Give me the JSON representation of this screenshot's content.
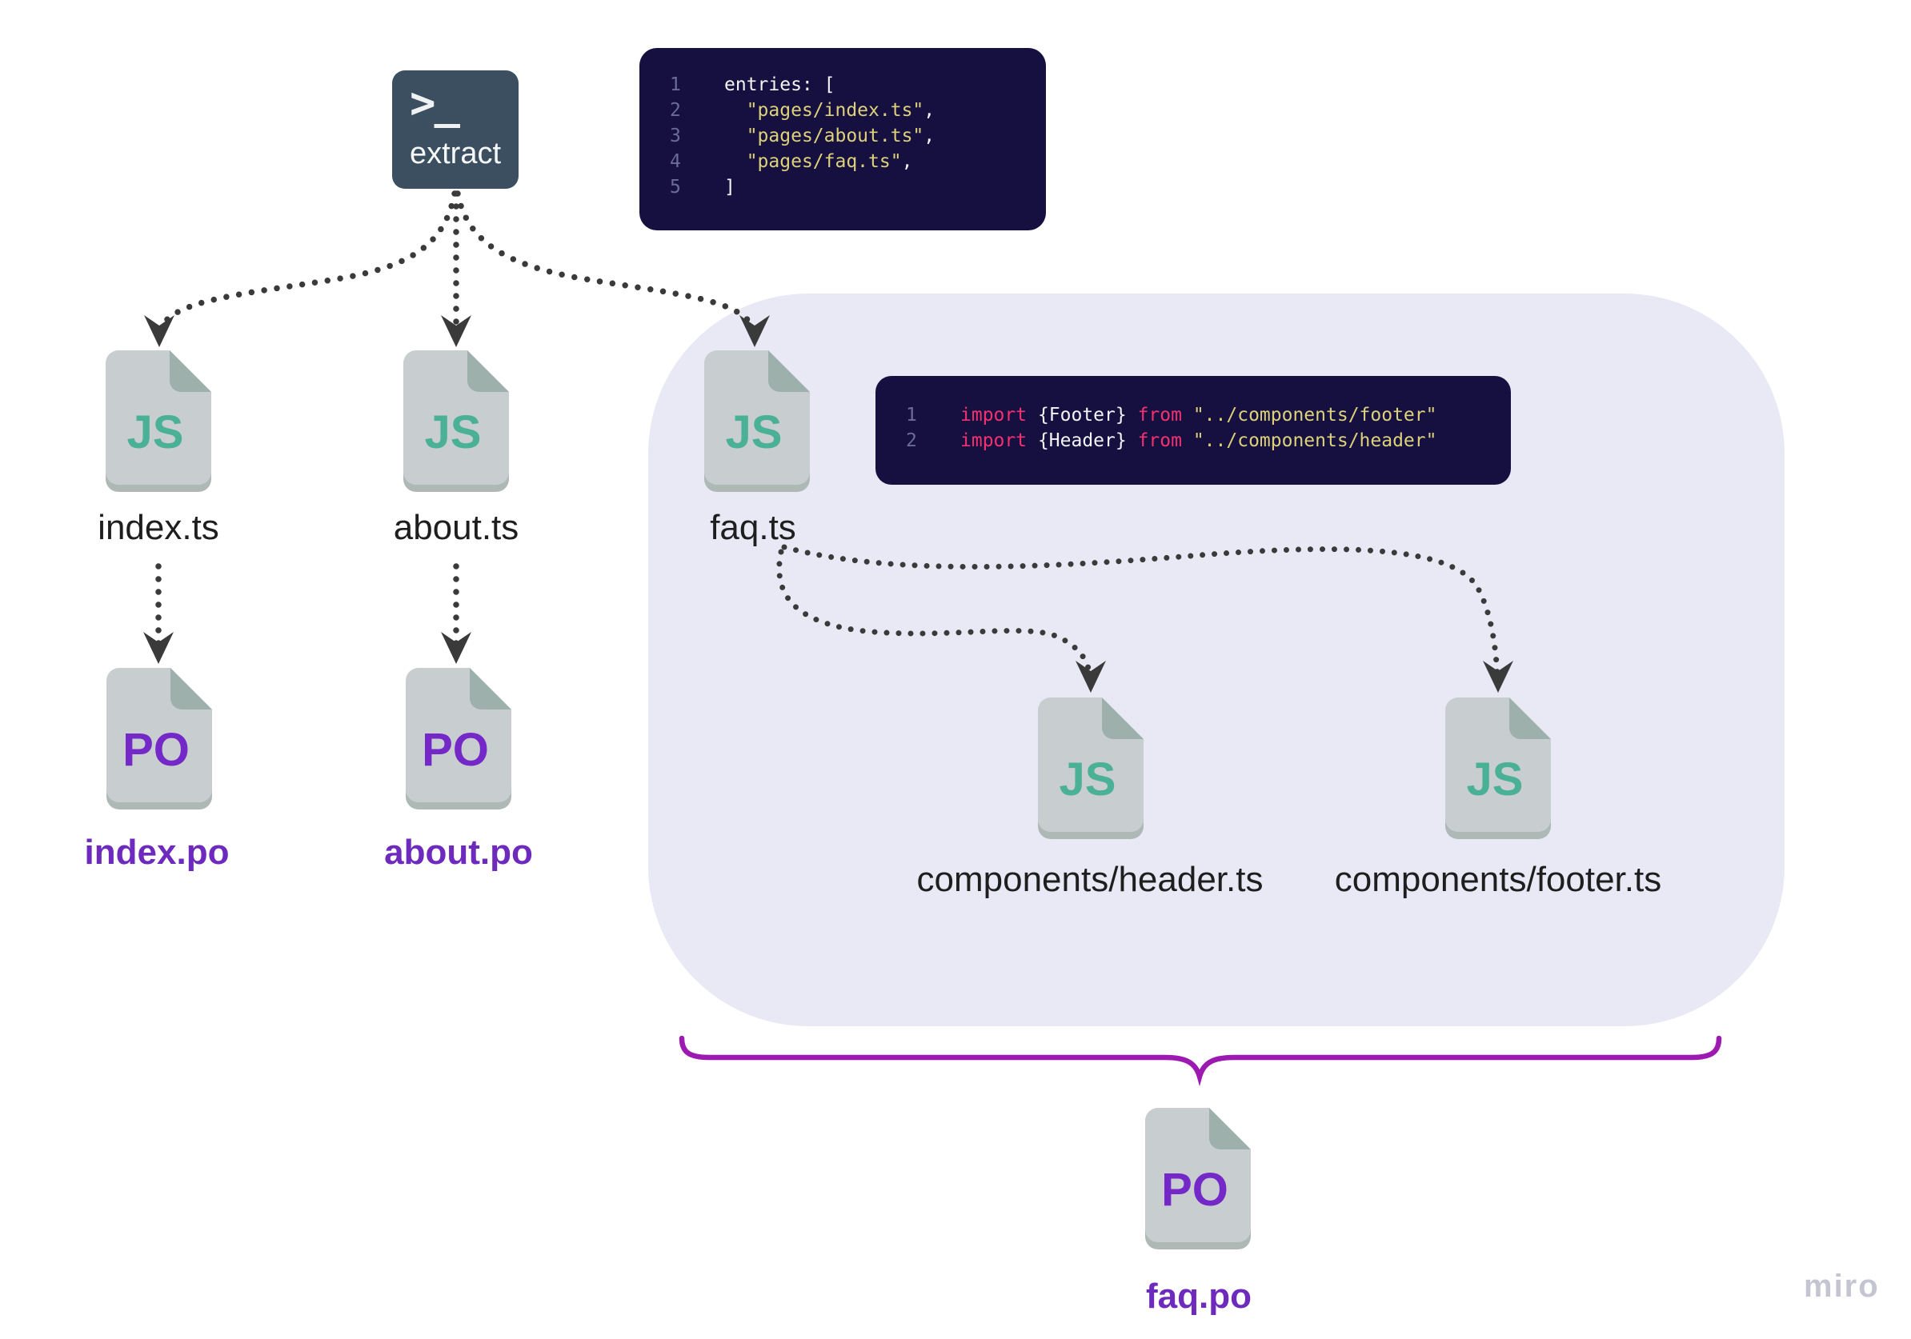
{
  "canvas": {
    "watermark": "miro"
  },
  "terminal": {
    "prompt": ">_",
    "label": "extract"
  },
  "entries_code": {
    "lines": [
      {
        "num": "1",
        "tokens": [
          {
            "text": "entries: [",
            "style": "plain"
          }
        ]
      },
      {
        "num": "2",
        "tokens": [
          {
            "text": "  ",
            "style": "plain"
          },
          {
            "text": "\"pages/index.ts\"",
            "style": "string"
          },
          {
            "text": ",",
            "style": "plain"
          }
        ]
      },
      {
        "num": "3",
        "tokens": [
          {
            "text": "  ",
            "style": "plain"
          },
          {
            "text": "\"pages/about.ts\"",
            "style": "string"
          },
          {
            "text": ",",
            "style": "plain"
          }
        ]
      },
      {
        "num": "4",
        "tokens": [
          {
            "text": "  ",
            "style": "plain"
          },
          {
            "text": "\"pages/faq.ts\"",
            "style": "string"
          },
          {
            "text": ",",
            "style": "plain"
          }
        ]
      },
      {
        "num": "5",
        "tokens": [
          {
            "text": "]",
            "style": "plain"
          }
        ]
      }
    ]
  },
  "imports_code": {
    "lines": [
      {
        "num": "1",
        "tokens": [
          {
            "text": "import",
            "style": "keyword"
          },
          {
            "text": " {Footer} ",
            "style": "plain"
          },
          {
            "text": "from",
            "style": "keyword"
          },
          {
            "text": " ",
            "style": "plain"
          },
          {
            "text": "\"../components/footer\"",
            "style": "string"
          }
        ]
      },
      {
        "num": "2",
        "tokens": [
          {
            "text": "import",
            "style": "keyword"
          },
          {
            "text": " {Header} ",
            "style": "plain"
          },
          {
            "text": "from",
            "style": "keyword"
          },
          {
            "text": " ",
            "style": "plain"
          },
          {
            "text": "\"../components/header\"",
            "style": "string"
          }
        ]
      }
    ]
  },
  "files": {
    "index_ts": {
      "badge": "JS",
      "label": "index.ts"
    },
    "about_ts": {
      "badge": "JS",
      "label": "about.ts"
    },
    "faq_ts": {
      "badge": "JS",
      "label": "faq.ts"
    },
    "index_po": {
      "badge": "PO",
      "label": "index.po"
    },
    "about_po": {
      "badge": "PO",
      "label": "about.po"
    },
    "header_ts": {
      "badge": "JS",
      "label": "components/header.ts"
    },
    "footer_ts": {
      "badge": "JS",
      "label": "components/footer.ts"
    },
    "faq_po": {
      "badge": "PO",
      "label": "faq.po"
    }
  },
  "colors": {
    "terminal_bg": "#3c4f60",
    "code_bg": "#151040",
    "code_string": "#ddd17a",
    "code_keyword": "#f4316f",
    "code_line_number": "#6e6a97",
    "group_bg": "#e9e8f5",
    "js_badge": "#4bb196",
    "po_badge": "#7428c8",
    "po_label": "#6d2abd",
    "brace": "#9c1ab1",
    "arrow": "#3a3a3a",
    "watermark": "#c5c4d1"
  }
}
